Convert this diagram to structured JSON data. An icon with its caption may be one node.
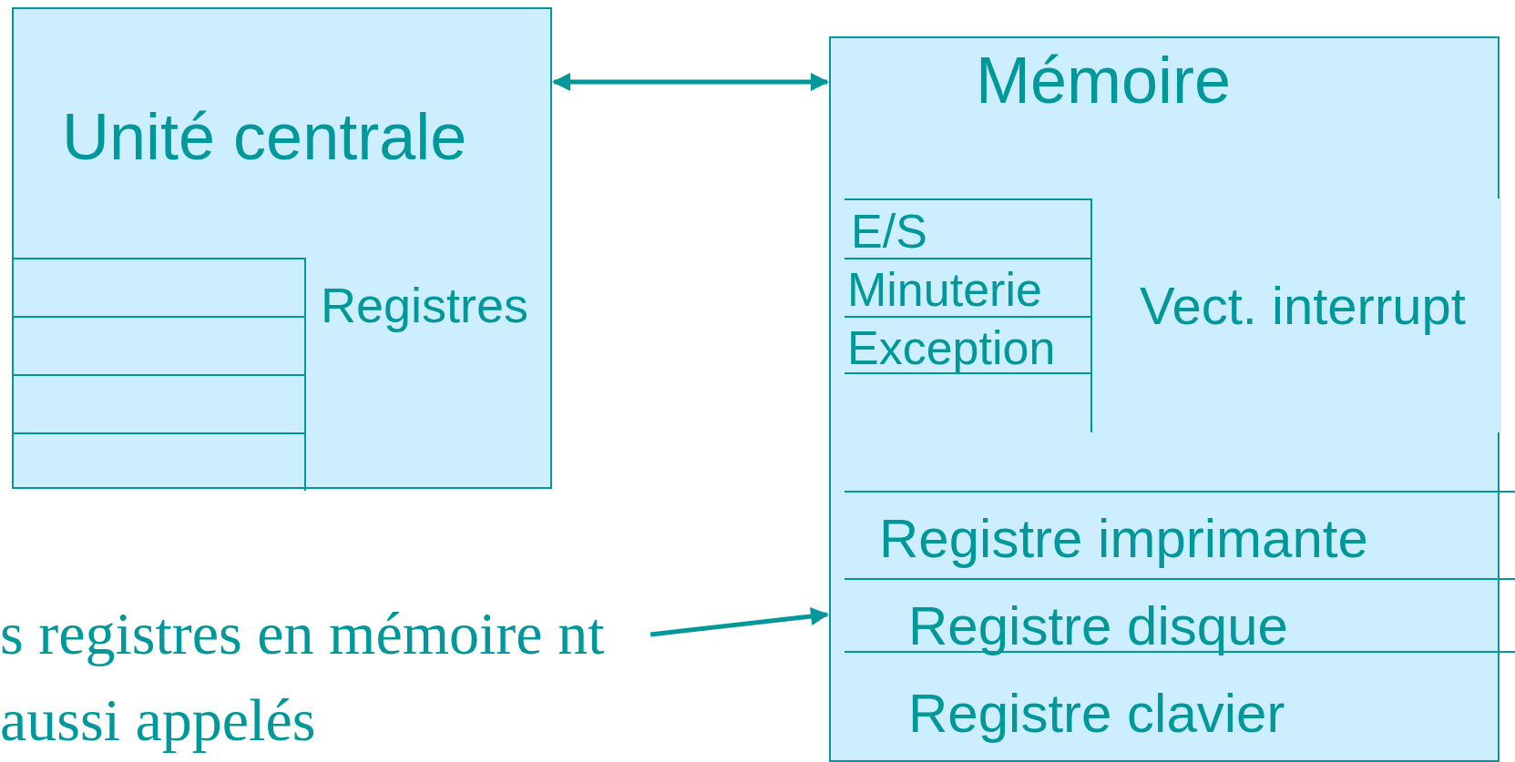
{
  "diagram": {
    "nodes": [
      {
        "text": [
          "Unité centrale"
        ]
      },
      {
        "text": [
          "Registres"
        ],
        "in": 0
      },
      {
        "text": [],
        "shape": "box",
        "in": 1
      },
      {
        "text": [],
        "shape": "box",
        "in": 1
      },
      {
        "text": [],
        "shape": "box",
        "in": 1
      },
      {
        "text": [],
        "shape": "box",
        "in": 1
      },
      {
        "text": [
          "Mémoire"
        ]
      },
      {
        "text": [
          "Vect. interrupt"
        ],
        "in": 6
      },
      {
        "text": [
          "E/S"
        ],
        "in": 7
      },
      {
        "text": [
          "Minuterie"
        ],
        "in": 7
      },
      {
        "text": [
          "Exception"
        ],
        "in": 7
      },
      {
        "text": [
          "Registre imprimante"
        ],
        "in": 6
      },
      {
        "text": [
          "Registre disque"
        ],
        "in": 6
      },
      {
        "text": [
          "Registre clavier"
        ],
        "in": 6
      },
      {
        "text": [
          "s registres en mémoire nt aussi appelés"
        ]
      }
    ],
    "edges": [
      {
        "from": 0,
        "to": 6,
        "arrow": "both"
      },
      {
        "from": 14,
        "to": 6,
        "arrow": "to"
      }
    ]
  }
}
